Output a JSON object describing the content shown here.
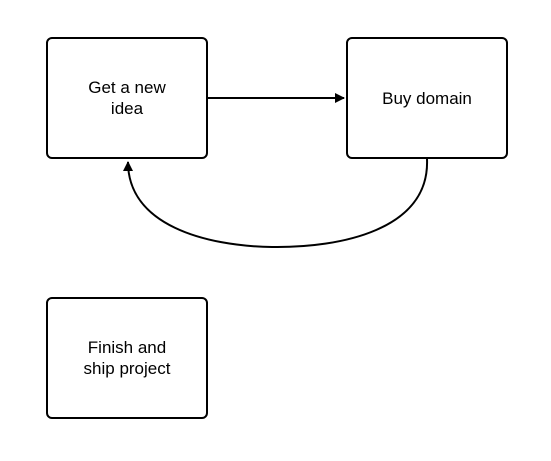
{
  "nodes": {
    "idea": {
      "label": "Get a new\nidea"
    },
    "domain": {
      "label": "Buy domain"
    },
    "ship": {
      "label": "Finish and\nship project"
    }
  },
  "edges": [
    {
      "from": "idea",
      "to": "domain",
      "style": "straight"
    },
    {
      "from": "domain",
      "to": "idea",
      "style": "curved"
    }
  ],
  "colors": {
    "stroke": "#000000",
    "fill": "#ffffff",
    "text": "#000000"
  }
}
